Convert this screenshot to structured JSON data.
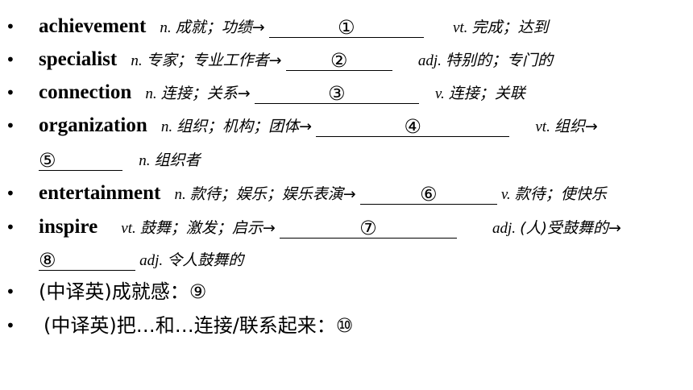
{
  "items": [
    {
      "word": "achievement",
      "pos1": "n.",
      "def1": "成就；功绩→",
      "blank": "①",
      "pos2": "vt.",
      "def2": "完成；达到"
    },
    {
      "word": "specialist",
      "pos1": "n.",
      "def1": "专家；专业工作者→",
      "blank": "②",
      "pos2": "adj.",
      "def2": "特别的；专门的"
    },
    {
      "word": "connection",
      "pos1": "n.",
      "def1": "连接；关系→",
      "blank": "③",
      "pos2": "v.",
      "def2": "连接；关联"
    },
    {
      "word": "organization",
      "pos1": "n.",
      "def1": "组织；机构；团体→",
      "blank": "④",
      "pos2": "vt.",
      "def2": "组织→"
    },
    {
      "blank": "⑤",
      "pos": "n.",
      "def": "组织者"
    },
    {
      "word": "entertainment",
      "pos1": "n.",
      "def1": "款待；娱乐；娱乐表演→",
      "blank": "⑥",
      "pos2": "v.",
      "def2": "款待；使快乐"
    },
    {
      "word": "inspire",
      "pos1": "vt.",
      "def1": "鼓舞；激发；启示→",
      "blank": "⑦",
      "pos2": "adj.",
      "def2": "(人)受鼓舞的→"
    },
    {
      "blank": "⑧",
      "pos": "adj.",
      "def": "令人鼓舞的"
    }
  ],
  "translations": [
    {
      "text": "(中译英)成就感：⑨"
    },
    {
      "text": "(中译英)把…和…连接/联系起来：⑩"
    }
  ]
}
